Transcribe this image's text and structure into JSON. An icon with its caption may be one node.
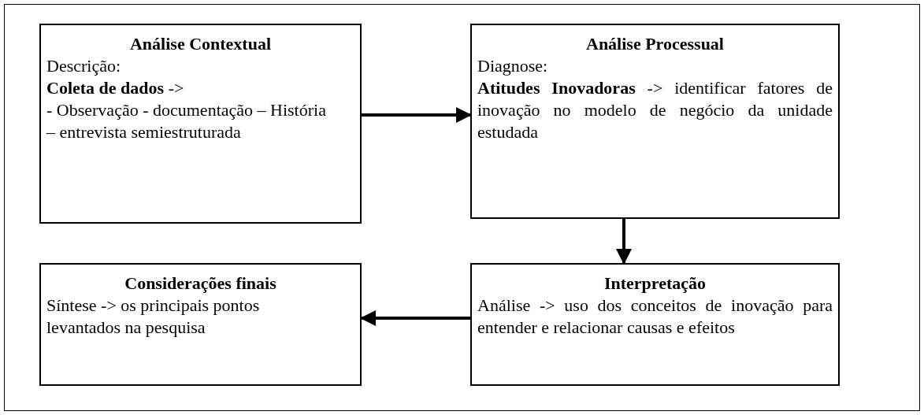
{
  "diagram": {
    "nodes": [
      {
        "text": [
          "Análise Contextual",
          "Descrição:",
          "**Coleta de dados** ->",
          "- Observação - documentação – História – entrevista semiestruturada"
        ]
      },
      {
        "text": [
          "Análise Processual",
          "Diagnose:",
          "**Atitudes Inovadoras** -> identificar fatores de inovação no modelo de negócio da unidade estudada"
        ]
      },
      {
        "text": [
          "Interpretação",
          "Análise -> uso dos conceitos de inovação para entender e relacionar causas e efeitos"
        ]
      },
      {
        "text": [
          "Considerações finais",
          "Síntese -> os principais pontos levantados na pesquisa"
        ]
      }
    ],
    "edges": [
      {
        "from": 0,
        "to": 1,
        "arrow": "to"
      },
      {
        "from": 1,
        "to": 2,
        "arrow": "to"
      },
      {
        "from": 2,
        "to": 3,
        "arrow": "to"
      }
    ]
  }
}
